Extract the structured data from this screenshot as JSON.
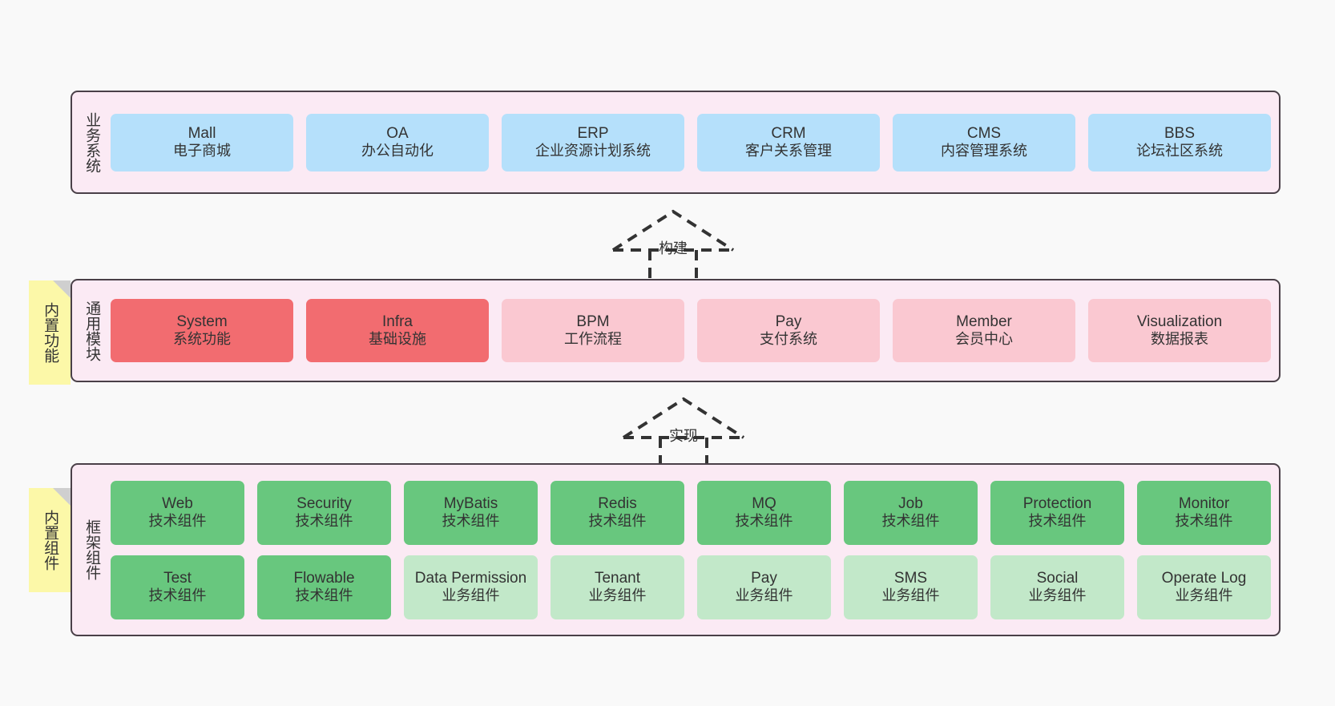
{
  "diagram": {
    "title_note_common": "内置功能",
    "title_note_framework": "内置组件",
    "bands": [
      {
        "id": "business",
        "title": "业务系统",
        "rows": [
          [
            {
              "en": "Mall",
              "cn": "电子商城",
              "color": "#b5e0fb"
            },
            {
              "en": "OA",
              "cn": "办公自动化",
              "color": "#b5e0fb"
            },
            {
              "en": "ERP",
              "cn": "企业资源计划系统",
              "color": "#b5e0fb"
            },
            {
              "en": "CRM",
              "cn": "客户关系管理",
              "color": "#b5e0fb"
            },
            {
              "en": "CMS",
              "cn": "内容管理系统",
              "color": "#b5e0fb"
            },
            {
              "en": "BBS",
              "cn": "论坛社区系统",
              "color": "#b5e0fb"
            }
          ]
        ]
      },
      {
        "id": "common",
        "title": "通用模块",
        "rows": [
          [
            {
              "en": "System",
              "cn": "系统功能",
              "color": "#f26c70"
            },
            {
              "en": "Infra",
              "cn": "基础设施",
              "color": "#f26c70"
            },
            {
              "en": "BPM",
              "cn": "工作流程",
              "color": "#fac8d1"
            },
            {
              "en": "Pay",
              "cn": "支付系统",
              "color": "#fac8d1"
            },
            {
              "en": "Member",
              "cn": "会员中心",
              "color": "#fac8d1"
            },
            {
              "en": "Visualization",
              "cn": "数据报表",
              "color": "#fac8d1"
            }
          ]
        ]
      },
      {
        "id": "framework",
        "title": "框架组件",
        "rows": [
          [
            {
              "en": "Web",
              "cn": "技术组件",
              "color": "#68c77e"
            },
            {
              "en": "Security",
              "cn": "技术组件",
              "color": "#68c77e"
            },
            {
              "en": "MyBatis",
              "cn": "技术组件",
              "color": "#68c77e"
            },
            {
              "en": "Redis",
              "cn": "技术组件",
              "color": "#68c77e"
            },
            {
              "en": "MQ",
              "cn": "技术组件",
              "color": "#68c77e"
            },
            {
              "en": "Job",
              "cn": "技术组件",
              "color": "#68c77e"
            },
            {
              "en": "Protection",
              "cn": "技术组件",
              "color": "#68c77e"
            },
            {
              "en": "Monitor",
              "cn": "技术组件",
              "color": "#68c77e"
            }
          ],
          [
            {
              "en": "Test",
              "cn": "技术组件",
              "color": "#68c77e"
            },
            {
              "en": "Flowable",
              "cn": "技术组件",
              "color": "#68c77e"
            },
            {
              "en": "Data Permission",
              "cn": "业务组件",
              "color": "#c2e8c9"
            },
            {
              "en": "Tenant",
              "cn": "业务组件",
              "color": "#c2e8c9"
            },
            {
              "en": "Pay",
              "cn": "业务组件",
              "color": "#c2e8c9"
            },
            {
              "en": "SMS",
              "cn": "业务组件",
              "color": "#c2e8c9"
            },
            {
              "en": "Social",
              "cn": "业务组件",
              "color": "#c2e8c9"
            },
            {
              "en": "Operate Log",
              "cn": "业务组件",
              "color": "#c2e8c9"
            }
          ]
        ]
      }
    ],
    "connectors": [
      {
        "id": "build",
        "label": "构建"
      },
      {
        "id": "impl",
        "label": "实现"
      }
    ],
    "colors": {
      "band_bg": "#fbeaf4",
      "band_border": "#4a4048",
      "note_bg": "#fcf8a8",
      "note_fold": "#cfcfcf",
      "canvas_bg": "#f9f9f9",
      "blue": "#b5e0fb",
      "red_strong": "#f26c70",
      "pink_soft": "#fac8d1",
      "green_strong": "#68c77e",
      "green_soft": "#c2e8c9"
    }
  }
}
